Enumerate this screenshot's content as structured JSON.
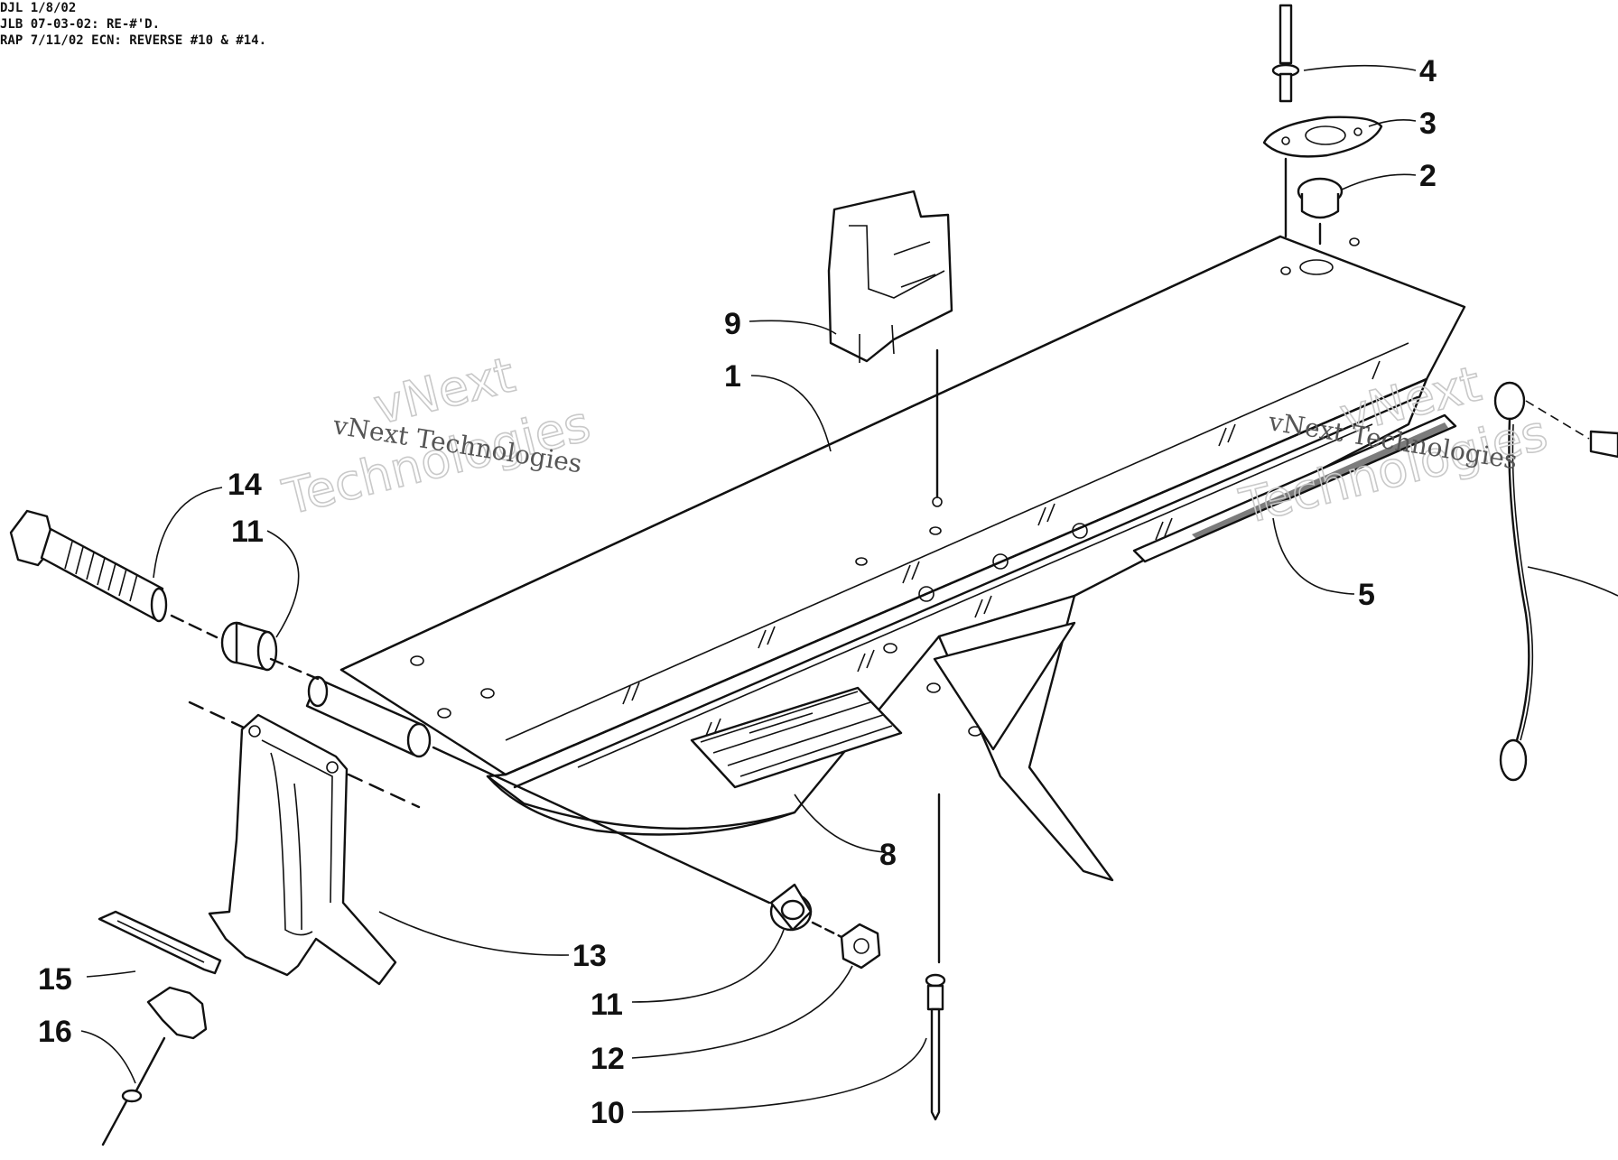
{
  "revision_notes": [
    "DJL 1/8/02",
    "JLB 07-03-02: RE-#'D.",
    "RAP 7/11/02 ECN: REVERSE #10 & #14."
  ],
  "callouts": {
    "c1": "1",
    "c2": "2",
    "c3": "3",
    "c4": "4",
    "c5": "5",
    "c8": "8",
    "c9": "9",
    "c10": "10",
    "c11a": "11",
    "c11b": "11",
    "c12": "12",
    "c13": "13",
    "c14": "14",
    "c15": "15",
    "c16": "16"
  },
  "watermarks": {
    "outline_top": "vNext",
    "outline_bottom": "Technologies",
    "plain": "vNext Technologies"
  }
}
